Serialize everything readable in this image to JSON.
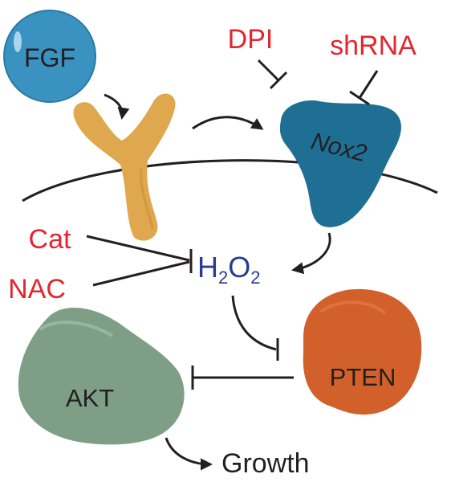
{
  "nodes": {
    "fgf": "FGF",
    "nox2": "Nox2",
    "h2o2": {
      "base1": "H",
      "sub1": "2",
      "base2": "O",
      "sub2": "2"
    },
    "pten": "PTEN",
    "akt": "AKT"
  },
  "inhibitors": {
    "dpi": "DPI",
    "shrna": "shRNA",
    "cat": "Cat",
    "nac": "NAC"
  },
  "outcome": "Growth",
  "colors": {
    "fgf": "#3a92c0",
    "receptor": "#e0a84e",
    "nox2": "#1f6f95",
    "pten": "#d2602b",
    "akt": "#7e9f85",
    "inhibitor_text": "#e2262f",
    "h2o2_text": "#2b3b8f"
  }
}
